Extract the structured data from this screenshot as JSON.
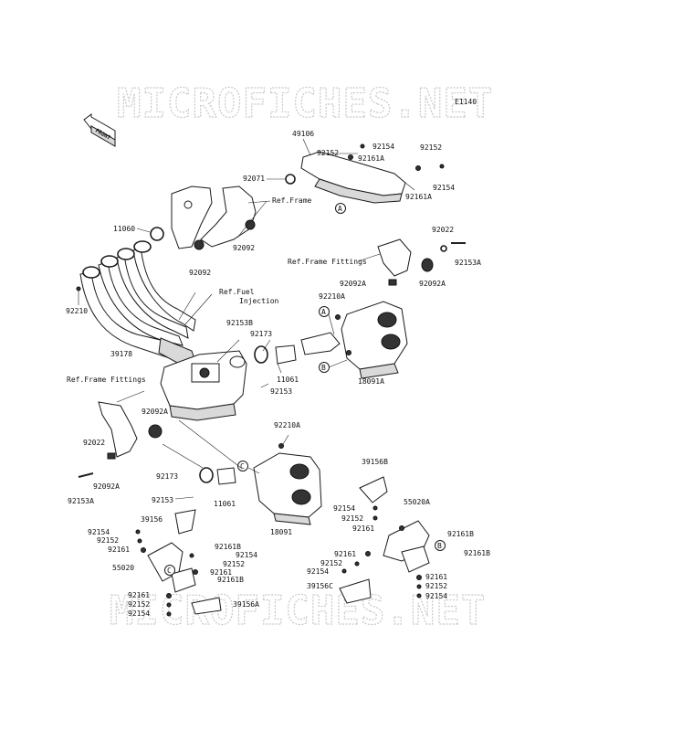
{
  "watermark_top": "MICROFICHES.NET",
  "watermark_bottom": "MICROFICHES.NET",
  "diagram_code": "E1140",
  "front_marker": "FRONT",
  "callouts": {
    "a": "A",
    "b": "B",
    "c": "C"
  },
  "labels": {
    "p49106": "49106",
    "p92152_top": "92152",
    "p92154_top": "92154",
    "p92161a_top": "92161A",
    "p92152_r": "92152",
    "p92154_r": "92154",
    "p92161a_r": "92161A",
    "p92071": "92071",
    "ref_frame": "Ref.Frame",
    "p11060": "11060",
    "p92092_a": "92092",
    "p92092_b": "92092",
    "p92022_top": "92022",
    "p92153a_top": "92153A",
    "ref_frame_fittings_top": "Ref.Frame Fittings",
    "p92092a_top": "92092A",
    "p92092a_top2": "92092A",
    "p92210": "92210",
    "ref_fuel": "Ref.Fuel",
    "injection": "Injection",
    "p92210a_top": "92210A",
    "p92153b": "92153B",
    "p92173_top": "92173",
    "p39178": "39178",
    "p11061_top": "11061",
    "p18091a": "18091A",
    "p92153_mid": "92153",
    "ref_frame_fittings_left": "Ref.Frame Fittings",
    "p92092a_left": "92092A",
    "p92210a_mid": "92210A",
    "p92022_left": "92022",
    "p92092a_left2": "92092A",
    "p92153a_left": "92153A",
    "p92173_low": "92173",
    "p92153_low": "92153",
    "p11061_low": "11061",
    "p18091": "18091",
    "p39156b": "39156B",
    "p55020a": "55020A",
    "p92154_r1": "92154",
    "p92152_r1": "92152",
    "p92161_r1": "92161",
    "p92161b_r1": "92161B",
    "p92161_r2": "92161",
    "p92161b_r2": "92161B",
    "p92152_r2": "92152",
    "p92154_r2": "92154",
    "p39156c": "39156C",
    "p92161_r3": "92161",
    "p92152_r3": "92152",
    "p92154_r3": "92154",
    "p39156": "39156",
    "p92154_l1": "92154",
    "p92152_l1": "92152",
    "p92161_l1": "92161",
    "p92161b_l1": "92161B",
    "p92154_l2": "92154",
    "p92152_l2": "92152",
    "p92161_l2": "92161",
    "p92161b_l2": "92161B",
    "p55020": "55020",
    "p92161_l3": "92161",
    "p92152_l3": "92152",
    "p92154_l3": "92154",
    "p39156a": "39156A"
  }
}
